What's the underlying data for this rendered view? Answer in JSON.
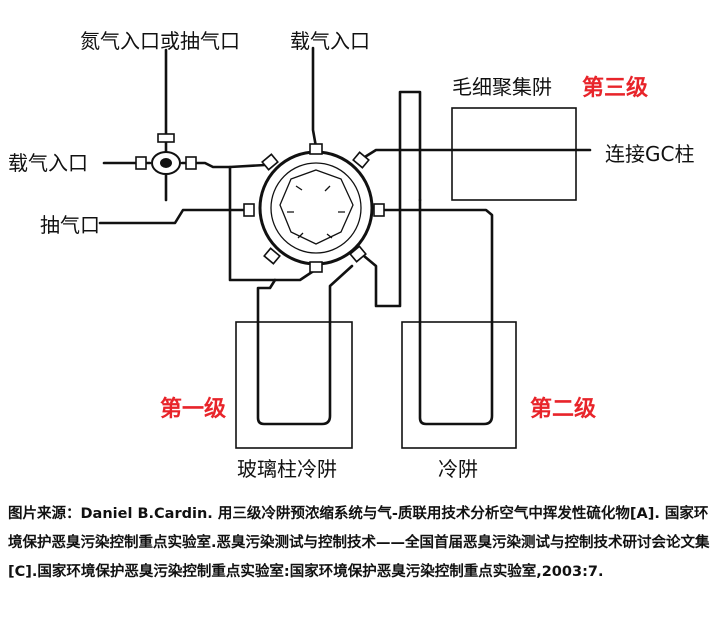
{
  "labels": {
    "nitrogen_or_vacuum_inlet": "氮气入口或抽气口",
    "carrier_gas_inlet_top": "载气入口",
    "carrier_gas_inlet_left": "载气入口",
    "vacuum_port": "抽气口",
    "capillary_trap": "毛细聚集阱",
    "connect_gc_column": "连接GC柱",
    "glass_column_cold_trap": "玻璃柱冷阱",
    "cold_trap": "冷阱"
  },
  "stages": {
    "first": "第一级",
    "second": "第二级",
    "third": "第三级"
  },
  "colors": {
    "stage_red": "#e8242a",
    "line": "#111111"
  },
  "citation": "图片来源：Daniel B.Cardin. 用三级冷阱预浓缩系统与气-质联用技术分析空气中挥发性硫化物[A]. 国家环境保护恶臭污染控制重点实验室.恶臭污染测试与控制技术——全国首届恶臭污染测试与控制技术研讨会论文集[C].国家环境保护恶臭污染控制重点实验室:国家环境保护恶臭污染控制重点实验室,2003:7."
}
